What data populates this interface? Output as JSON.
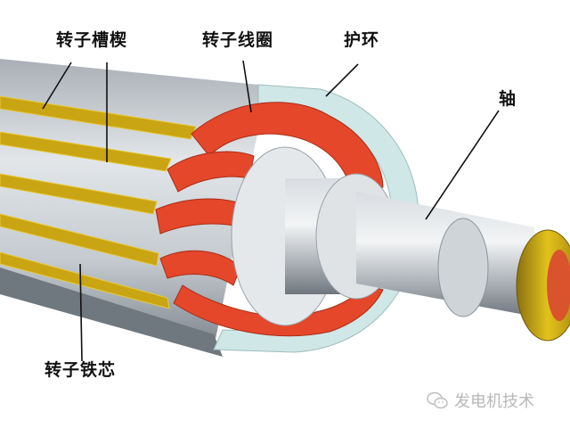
{
  "diagram": {
    "subject": "Generator rotor cutaway",
    "labels": {
      "slot_wedge": "转子槽楔",
      "rotor_winding": "转子线圈",
      "retaining_ring": "护环",
      "shaft": "轴",
      "rotor_core": "转子铁芯"
    },
    "watermark": {
      "icon": "wechat-icon",
      "text": "发电机技术"
    },
    "colors": {
      "core": "#c9ced3",
      "core_shadow": "#8e969e",
      "wedge": "#c9a514",
      "winding": "#e5472a",
      "retaining_ring": "#cfe7e6",
      "shaft": "#b7bcc2",
      "coupling": "#c9a514",
      "label_text": "#111111",
      "watermark_text": "#b8b8b8"
    }
  }
}
